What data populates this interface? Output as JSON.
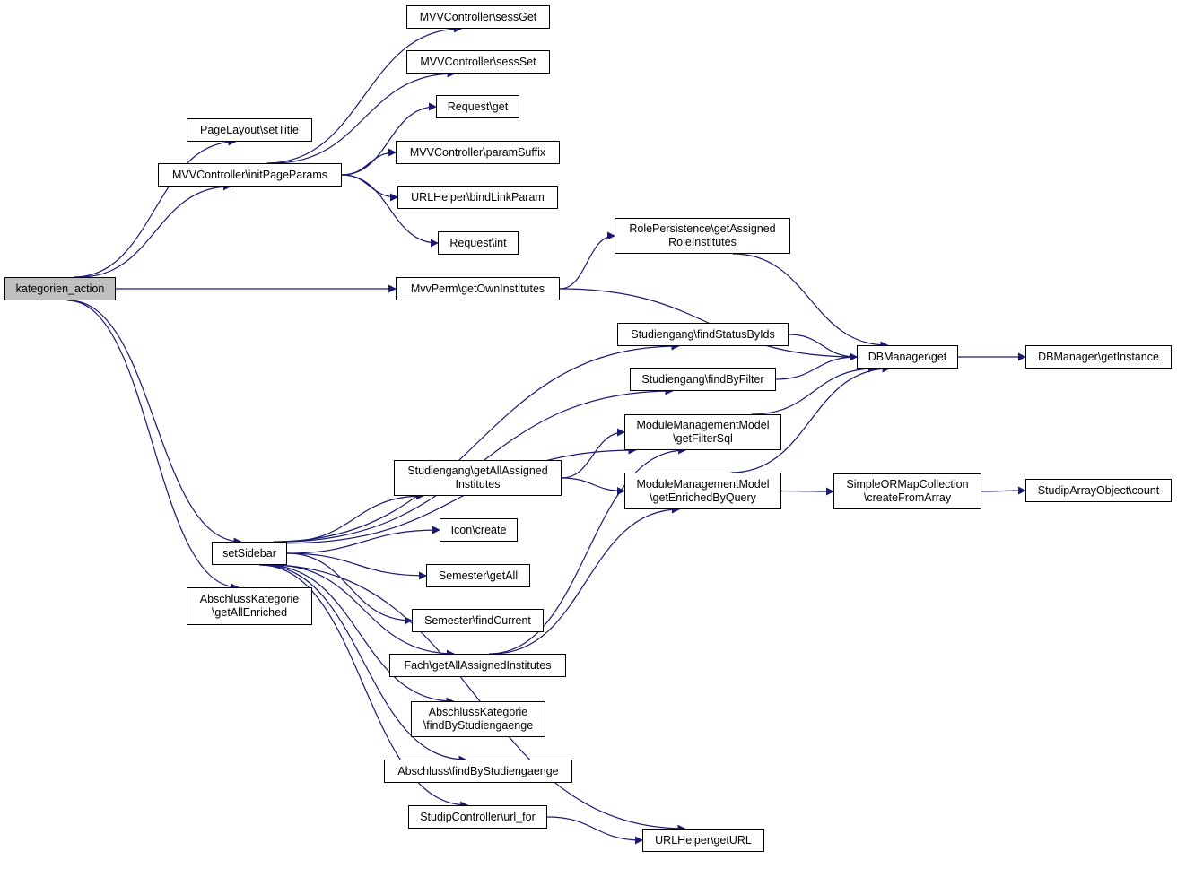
{
  "colors": {
    "edge": "#191970",
    "root_fill": "#bfbfbf",
    "node_fill": "#ffffff",
    "border": "#000000"
  },
  "nodes": {
    "kategorien_action": "kategorien_action",
    "pagelayout_settitle": "PageLayout\\setTitle",
    "mvv_initpageparams": "MVVController\\initPageParams",
    "mvv_sessget": "MVVController\\sessGet",
    "mvv_sessset": "MVVController\\sessSet",
    "request_get": "Request\\get",
    "mvv_paramsuffix": "MVVController\\paramSuffix",
    "urlhelper_bindlinkparam": "URLHelper\\bindLinkParam",
    "request_int": "Request\\int",
    "rolepersistence": "RolePersistence\\getAssigned\nRoleInstitutes",
    "mvvperm_getowninstitutes": "MvvPerm\\getOwnInstitutes",
    "studiengang_findstatusbyids": "Studiengang\\findStatusByIds",
    "dbmanager_get": "DBManager\\get",
    "dbmanager_getinstance": "DBManager\\getInstance",
    "studiengang_findbyfilter": "Studiengang\\findByFilter",
    "mmm_getfiltersql": "ModuleManagementModel\n\\getFilterSql",
    "studiengang_getallassigned": "Studiengang\\getAllAssigned\nInstitutes",
    "mmm_getenrichedbyquery": "ModuleManagementModel\n\\getEnrichedByQuery",
    "simpleormap": "SimpleORMapCollection\n\\createFromArray",
    "studiparray_count": "StudipArrayObject\\count",
    "icon_create": "Icon\\create",
    "setsidebar": "setSidebar",
    "semester_getall": "Semester\\getAll",
    "semester_findcurrent": "Semester\\findCurrent",
    "abschlusskat_getallenriched": "AbschlussKategorie\n\\getAllEnriched",
    "fach_getallassigned": "Fach\\getAllAssignedInstitutes",
    "abschlusskat_findbystudiengaenge": "AbschlussKategorie\n\\findByStudiengaenge",
    "abschluss_findbystudiengaenge": "Abschluss\\findByStudiengaenge",
    "studipcontroller_urlfor": "StudipController\\url_for",
    "urlhelper_geturl": "URLHelper\\getURL"
  },
  "edges": [
    [
      "kategorien_action",
      "pagelayout_settitle"
    ],
    [
      "kategorien_action",
      "mvv_initpageparams"
    ],
    [
      "kategorien_action",
      "mvvperm_getowninstitutes"
    ],
    [
      "kategorien_action",
      "setsidebar"
    ],
    [
      "kategorien_action",
      "abschlusskat_getallenriched"
    ],
    [
      "mvv_initpageparams",
      "mvv_sessget"
    ],
    [
      "mvv_initpageparams",
      "mvv_sessset"
    ],
    [
      "mvv_initpageparams",
      "request_get"
    ],
    [
      "mvv_initpageparams",
      "mvv_paramsuffix"
    ],
    [
      "mvv_initpageparams",
      "urlhelper_bindlinkparam"
    ],
    [
      "mvv_initpageparams",
      "request_int"
    ],
    [
      "mvvperm_getowninstitutes",
      "rolepersistence"
    ],
    [
      "mvvperm_getowninstitutes",
      "dbmanager_get"
    ],
    [
      "rolepersistence",
      "dbmanager_get"
    ],
    [
      "studiengang_findstatusbyids",
      "dbmanager_get"
    ],
    [
      "studiengang_findbyfilter",
      "dbmanager_get"
    ],
    [
      "mmm_getfiltersql",
      "dbmanager_get"
    ],
    [
      "mmm_getenrichedbyquery",
      "dbmanager_get"
    ],
    [
      "dbmanager_get",
      "dbmanager_getinstance"
    ],
    [
      "studiengang_getallassigned",
      "mmm_getfiltersql"
    ],
    [
      "studiengang_getallassigned",
      "mmm_getenrichedbyquery"
    ],
    [
      "mmm_getenrichedbyquery",
      "simpleormap"
    ],
    [
      "simpleormap",
      "studiparray_count"
    ],
    [
      "setsidebar",
      "studiengang_findstatusbyids"
    ],
    [
      "setsidebar",
      "studiengang_findbyfilter"
    ],
    [
      "setsidebar",
      "mmm_getfiltersql"
    ],
    [
      "setsidebar",
      "studiengang_getallassigned"
    ],
    [
      "setsidebar",
      "icon_create"
    ],
    [
      "setsidebar",
      "semester_getall"
    ],
    [
      "setsidebar",
      "semester_findcurrent"
    ],
    [
      "setsidebar",
      "fach_getallassigned"
    ],
    [
      "setsidebar",
      "abschlusskat_findbystudiengaenge"
    ],
    [
      "setsidebar",
      "abschluss_findbystudiengaenge"
    ],
    [
      "setsidebar",
      "studipcontroller_urlfor"
    ],
    [
      "setsidebar",
      "urlhelper_geturl"
    ],
    [
      "fach_getallassigned",
      "mmm_getfiltersql"
    ],
    [
      "fach_getallassigned",
      "mmm_getenrichedbyquery"
    ],
    [
      "studipcontroller_urlfor",
      "urlhelper_geturl"
    ]
  ]
}
